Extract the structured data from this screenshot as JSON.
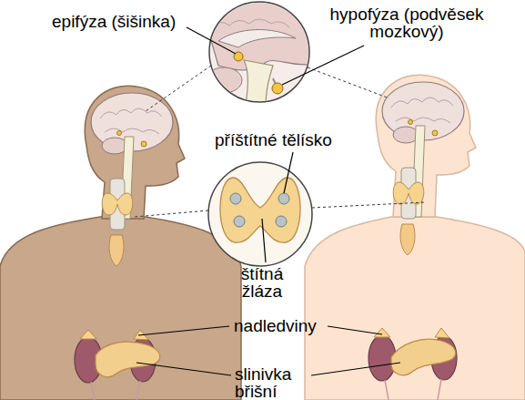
{
  "diagram": {
    "labels": [
      "epifýza (šišinka)",
      "hypofýza (podvěsek mozkový)",
      "příštítné tělísko",
      "štítná žláza",
      "nadledviny",
      "slinivka břišní"
    ]
  }
}
